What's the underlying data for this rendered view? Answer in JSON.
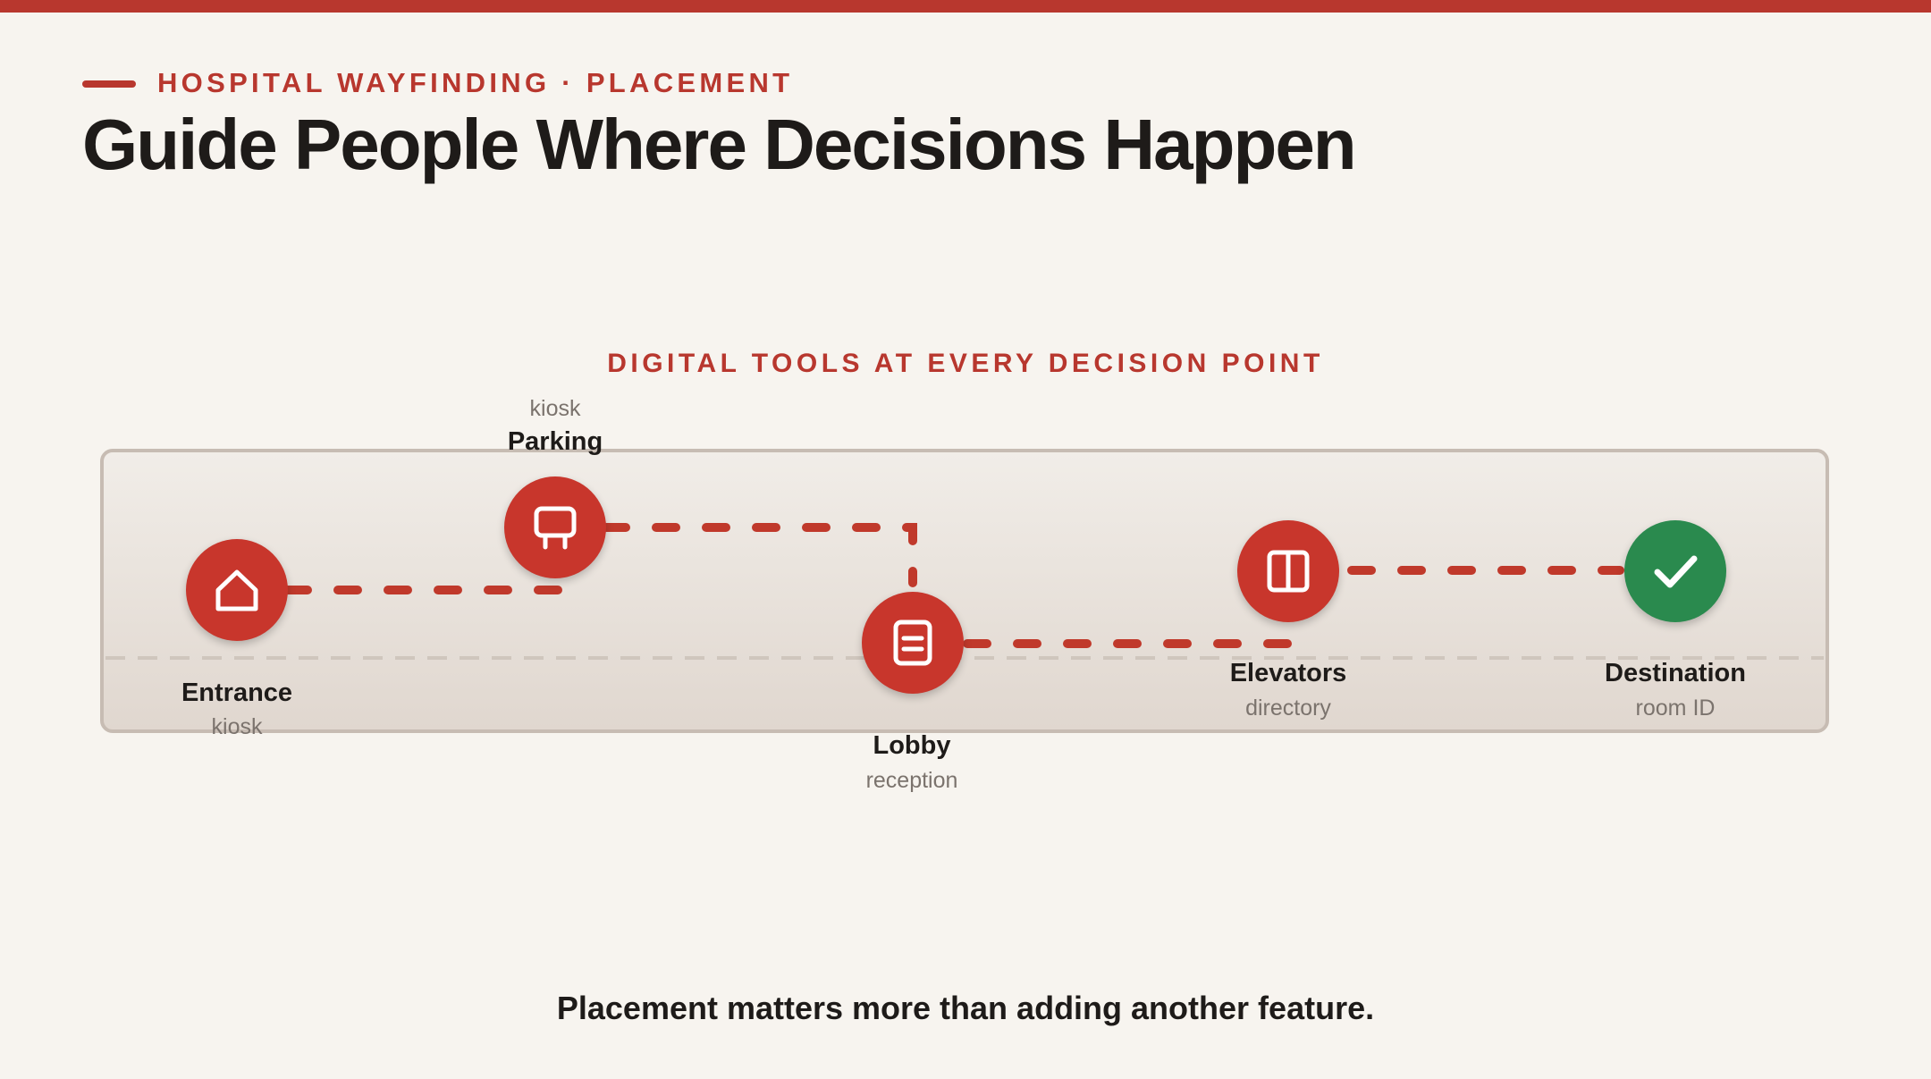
{
  "theme": {
    "accent": "#b8372e",
    "node_red": "#c8362c",
    "node_green": "#2a8a4e",
    "route_color": "#c0392b",
    "baseline_color": "#cfc6bd",
    "background": "#f7f4ef"
  },
  "header": {
    "eyebrow": "HOSPITAL WAYFINDING · PLACEMENT",
    "title": "Guide People Where Decisions Happen"
  },
  "diagram": {
    "label": "DIGITAL TOOLS AT EVERY DECISION POINT",
    "nodes": [
      {
        "id": "entrance",
        "name": "Entrance",
        "tool": "kiosk",
        "icon": "home-icon",
        "status": "step"
      },
      {
        "id": "parking",
        "name": "Parking",
        "tool": "kiosk",
        "icon": "kiosk-icon",
        "status": "step"
      },
      {
        "id": "lobby",
        "name": "Lobby",
        "tool": "reception",
        "icon": "document-icon",
        "status": "step"
      },
      {
        "id": "elevators",
        "name": "Elevators",
        "tool": "directory",
        "icon": "directory-icon",
        "status": "step"
      },
      {
        "id": "destination",
        "name": "Destination",
        "tool": "room ID",
        "icon": "check-icon",
        "status": "complete"
      }
    ]
  },
  "footer": {
    "tagline": "Placement matters more than adding another feature."
  }
}
